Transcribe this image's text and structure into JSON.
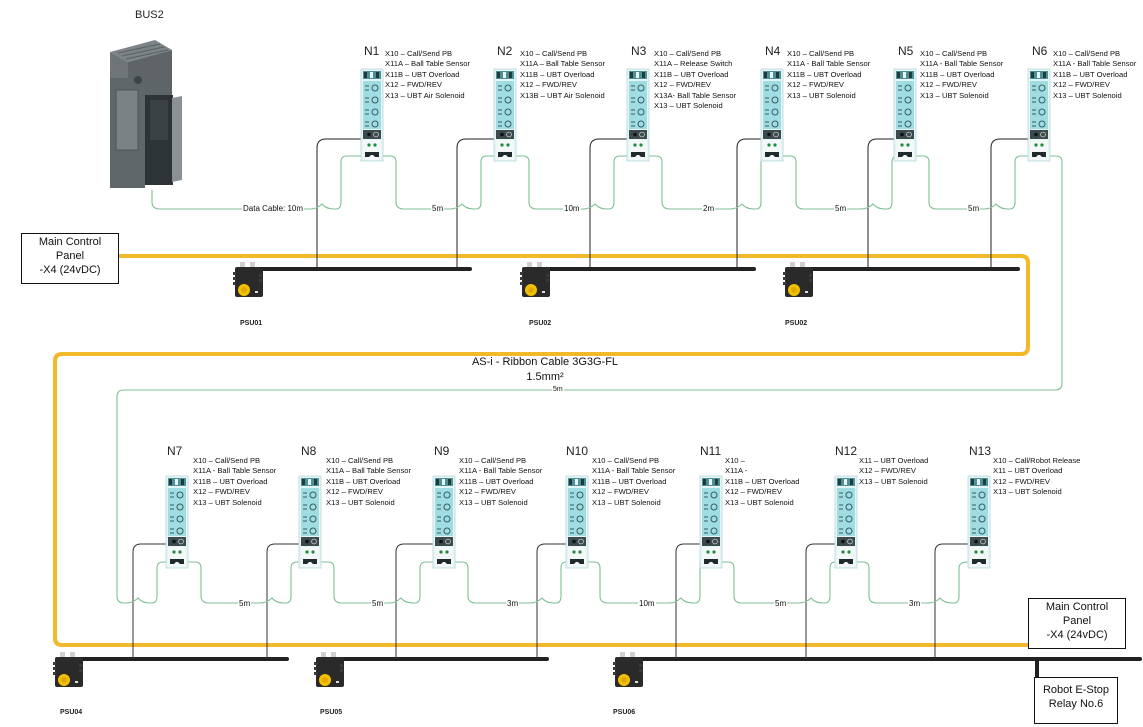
{
  "diagram": {
    "bus_module": {
      "label": "BUS2",
      "data_cable_label": "Data Cable: 10m"
    },
    "ribbon_cable": {
      "line1": "AS-i - Ribbon Cable 3G3G-FL",
      "line2": "1.5mm²",
      "return_cable_length": "5m"
    },
    "main_panel_top": {
      "line1": "Main Control",
      "line2": "Panel",
      "line3": "-X4 (24vDC)"
    },
    "main_panel_bottom": {
      "line1": "Main Control",
      "line2": "Panel",
      "line3": "-X4 (24vDC)"
    },
    "estop_relay": {
      "line1": "Robot E-Stop",
      "line2": "Relay No.6"
    },
    "colors": {
      "ribbon": "#f2b92b",
      "power": "#222222",
      "data": "#7fbf95",
      "module": "#8fd3d9"
    },
    "nodes_top": [
      {
        "name": "N1",
        "io": [
          "X10 – Call/Send PB",
          "X11A – Ball Table Sensor",
          "X11B – UBT Overload",
          "X12 – FWD/REV",
          "X13 – UBT Air Solenoid"
        ]
      },
      {
        "name": "N2",
        "io": [
          "X10 – Call/Send PB",
          "X11A – Ball Table Sensor",
          "X11B – UBT Overload",
          "X12 – FWD/REV",
          "X13B – UBT Air Solenoid"
        ]
      },
      {
        "name": "N3",
        "io": [
          "X10 – Call/Send PB",
          "X11A – Release Switch",
          "X11B – UBT Overload",
          "X12 – FWD/REV",
          "X13A- Ball Table Sensor",
          "X13 – UBT Solenoid"
        ]
      },
      {
        "name": "N4",
        "io": [
          "X10 – Call/Send PB",
          "X11A - Ball Table Sensor",
          "X11B – UBT Overload",
          "X12 – FWD/REV",
          "X13 – UBT Solenoid"
        ]
      },
      {
        "name": "N5",
        "io": [
          "X10 – Call/Send PB",
          "X11A - Ball Table Sensor",
          "X11B – UBT Overload",
          "X12 – FWD/REV",
          "X13 – UBT Solenoid"
        ]
      },
      {
        "name": "N6",
        "io": [
          "X10 – Call/Send PB",
          "X11A - Ball Table Sensor",
          "X11B – UBT Overload",
          "X12 – FWD/REV",
          "X13 – UBT Solenoid"
        ]
      }
    ],
    "nodes_bottom": [
      {
        "name": "N7",
        "io": [
          "X10 – Call/Send PB",
          "X11A - Ball Table Sensor",
          "X11B – UBT Overload",
          "X12 – FWD/REV",
          "X13 – UBT Solenoid"
        ]
      },
      {
        "name": "N8",
        "io": [
          "X10 – Call/Send PB",
          "X11A – Ball Table Sensor",
          "X11B – UBT Overload",
          "X12 – FWD/REV",
          "X13 – UBT Solenoid"
        ]
      },
      {
        "name": "N9",
        "io": [
          "X10 – Call/Send PB",
          "X11A - Ball Table Sensor",
          "X11B – UBT Overload",
          "X12 – FWD/REV",
          "X13 – UBT Solenoid"
        ]
      },
      {
        "name": "N10",
        "io": [
          "X10 – Call/Send PB",
          "X11A - Ball Table Sensor",
          "X11B – UBT Overload",
          "X12 – FWD/REV",
          "X13 – UBT Solenoid"
        ]
      },
      {
        "name": "N11",
        "io": [
          "X10 –",
          "X11A -",
          "X11B – UBT Overload",
          "X12 – FWD/REV",
          "X13 – UBT Solenoid"
        ]
      },
      {
        "name": "N12",
        "io": [
          "X11 – UBT Overload",
          "X12 – FWD/REV",
          "X13 – UBT Solenoid"
        ]
      },
      {
        "name": "N13",
        "io": [
          "X10 – Call/Robot Release",
          "X11 – UBT Overload",
          "X12 – FWD/REV",
          "X13 – UBT Solenoid"
        ]
      }
    ],
    "cable_lengths_top": [
      "5m",
      "10m",
      "2m",
      "5m",
      "5m"
    ],
    "cable_lengths_bottom": [
      "5m",
      "5m",
      "3m",
      "10m",
      "5m",
      "3m"
    ],
    "psus": [
      "PSU01",
      "PSU02",
      "PSU02",
      "PSU04",
      "PSU05",
      "PSU06"
    ]
  }
}
